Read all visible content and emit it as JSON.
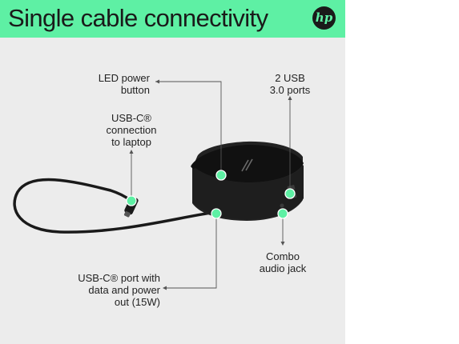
{
  "banner": {
    "title": "Single cable connectivity",
    "logo_text": "hp",
    "color": "#5ef0a4"
  },
  "callouts": {
    "led_power": {
      "line1": "LED power",
      "line2": "button"
    },
    "usb_ports": {
      "line1": "2 USB",
      "line2": "3.0 ports"
    },
    "usbc_connection": {
      "line1": "USB-C®",
      "line2": "connection",
      "line3": "to laptop"
    },
    "combo_audio": {
      "line1": "Combo",
      "line2": "audio jack"
    },
    "usbc_port": {
      "line1": "USB-C® port with",
      "line2": "data and power",
      "line3": "out (15W)"
    }
  },
  "colors": {
    "panel": "#ececec",
    "marker": "#5ef0a4",
    "dock": "#1c1c1c",
    "leader": "#555555"
  }
}
